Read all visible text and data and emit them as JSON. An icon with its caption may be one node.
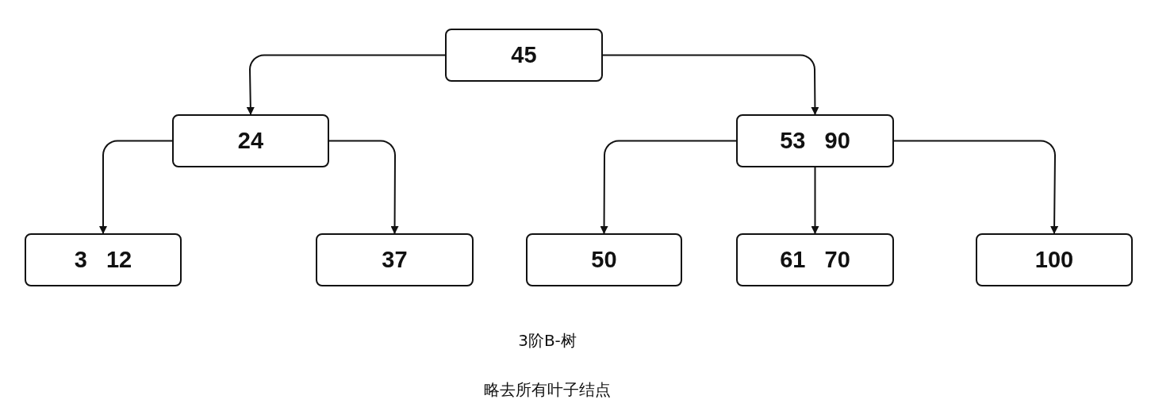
{
  "diagram": {
    "nodes": [
      {
        "text": [
          "45"
        ]
      },
      {
        "text": [
          "24"
        ]
      },
      {
        "text": [
          "53 90"
        ]
      },
      {
        "text": [
          "3 12"
        ]
      },
      {
        "text": [
          "37"
        ]
      },
      {
        "text": [
          "50"
        ]
      },
      {
        "text": [
          "61 70"
        ]
      },
      {
        "text": [
          "100"
        ]
      }
    ],
    "edges": [
      {
        "from": 0,
        "to": 1,
        "arrow": "to"
      },
      {
        "from": 0,
        "to": 2,
        "arrow": "to"
      },
      {
        "from": 1,
        "to": 3,
        "arrow": "to"
      },
      {
        "from": 1,
        "to": 4,
        "arrow": "to"
      },
      {
        "from": 2,
        "to": 5,
        "arrow": "to"
      },
      {
        "from": 2,
        "to": 6,
        "arrow": "to"
      },
      {
        "from": 2,
        "to": 7,
        "arrow": "to"
      }
    ],
    "labels": [
      "3阶B-树",
      "略去所有叶子结点"
    ]
  }
}
